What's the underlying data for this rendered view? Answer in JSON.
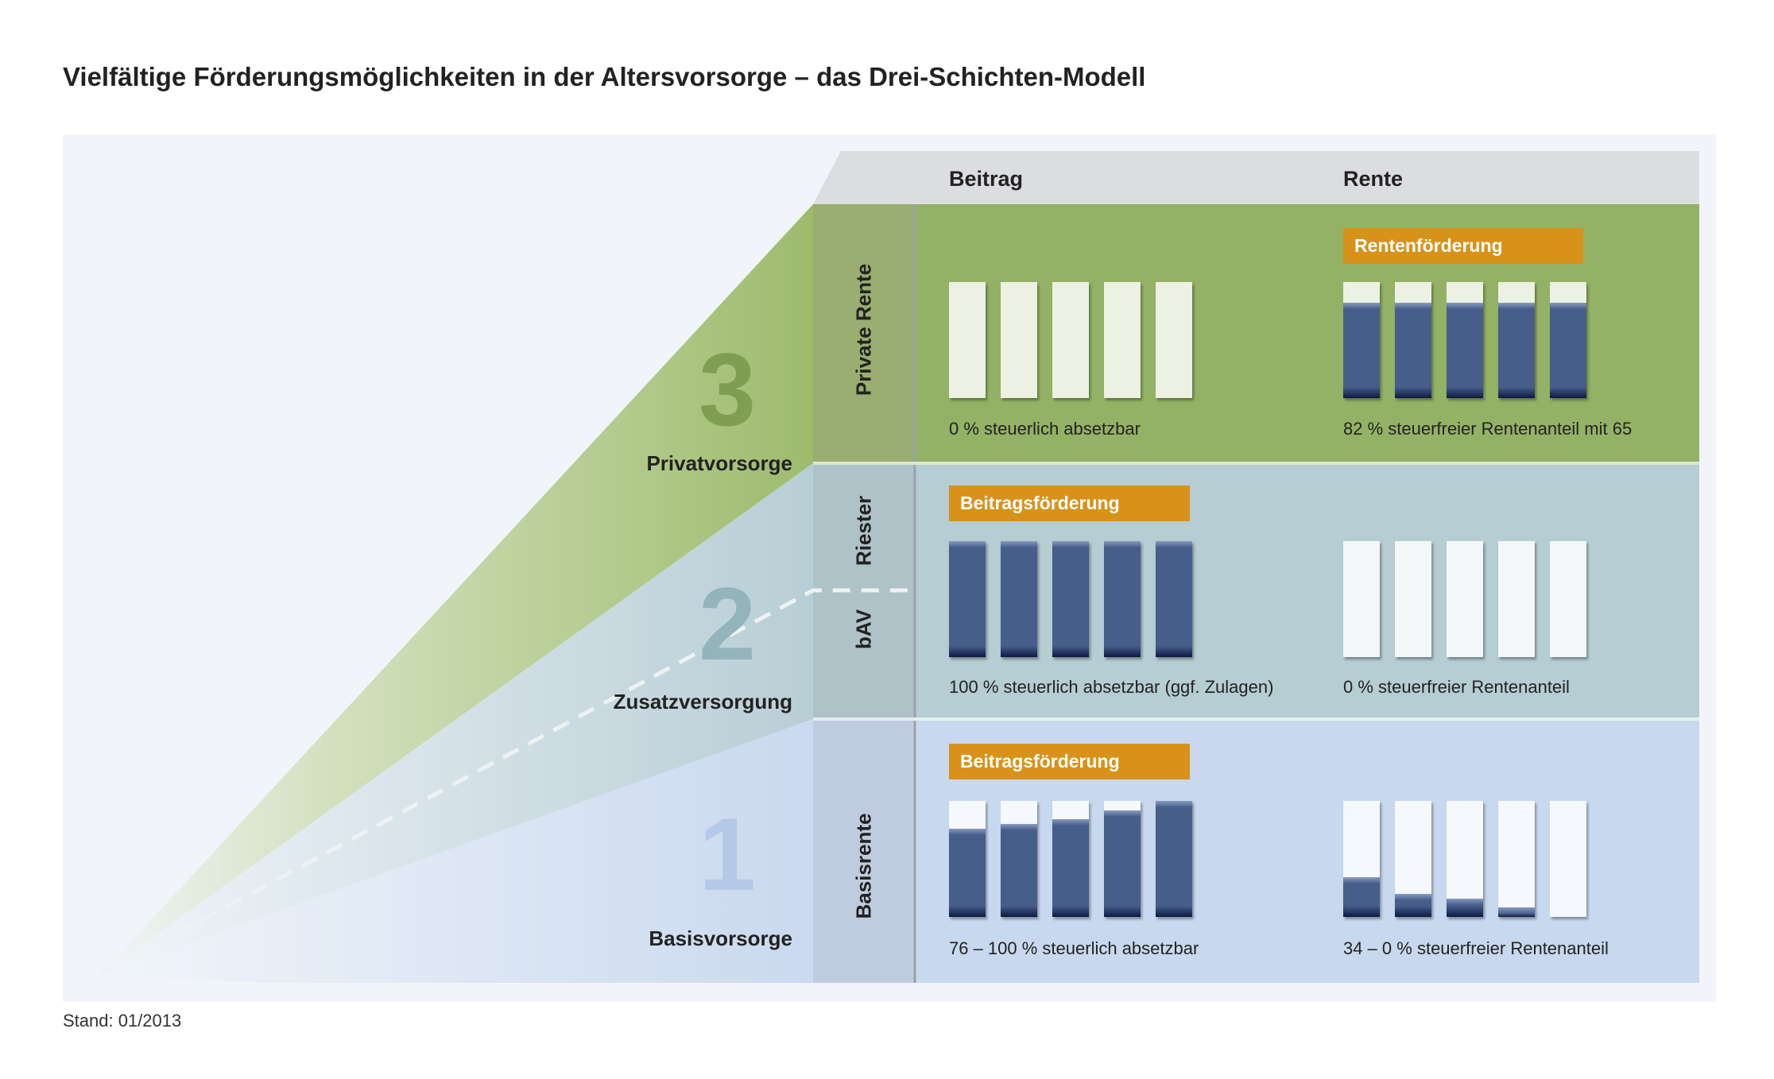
{
  "title": "Vielfältige Förderungsmöglichkeiten in der Altersvorsorge – das Drei-Schichten-Modell",
  "header": {
    "beitrag": "Beitrag",
    "rente": "Rente"
  },
  "layers": [
    {
      "number": "3",
      "name": "Privatvorsorge",
      "products": [
        "Private Rente"
      ],
      "badge_beitrag": "",
      "badge_rente": "Rentenförderung",
      "beitrag_caption": "0 % steuerlich absetzbar",
      "rente_caption": "82 % steuerfreier Rentenanteil mit 65",
      "beitrag_fill": [
        0,
        0,
        0,
        0,
        0
      ],
      "rente_fill": [
        82,
        82,
        82,
        82,
        82
      ],
      "color": "#94b265"
    },
    {
      "number": "2",
      "name": "Zusatzversorgung",
      "products": [
        "Riester",
        "bAV"
      ],
      "badge_beitrag": "Beitragsförderung",
      "badge_rente": "",
      "beitrag_caption": "100 % steuerlich absetzbar (ggf. Zulagen)",
      "rente_caption": "0 % steuerfreier Rentenanteil",
      "beitrag_fill": [
        100,
        100,
        100,
        100,
        100
      ],
      "rente_fill": [
        0,
        0,
        0,
        0,
        0
      ],
      "color": "#b5cdd3"
    },
    {
      "number": "1",
      "name": "Basisvorsorge",
      "products": [
        "Basisrente"
      ],
      "badge_beitrag": "Beitragsförderung",
      "badge_rente": "",
      "beitrag_caption": "76 – 100 % steuerlich absetzbar",
      "rente_caption": "34 – 0 % steuerfreier Rentenanteil",
      "beitrag_fill": [
        76,
        80,
        84,
        92,
        100
      ],
      "rente_fill": [
        34,
        20,
        16,
        8,
        0
      ],
      "color": "#c8d8ee"
    }
  ],
  "footer": "Stand: 01/2013"
}
